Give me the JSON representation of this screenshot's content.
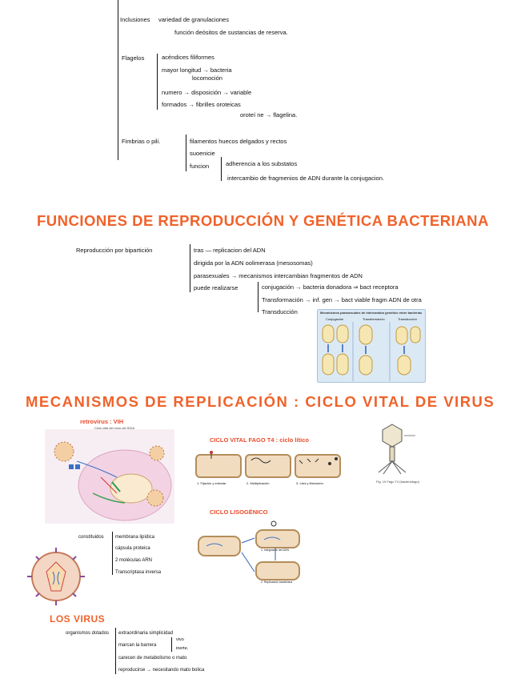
{
  "notes_top": {
    "inclusiones_label": "Inclusiones",
    "inclusiones_l1": "variedad de granulaciones",
    "inclusiones_l2": "función  deósitos de sustancias de reserva.",
    "flagelos_label": "Flagelos",
    "flagelos_l1": "acéndices filiformes",
    "flagelos_l2": "mayor longitud → bacteria",
    "flagelos_l3": "locomoción",
    "flagelos_l4": "numero → disposición → variable",
    "flagelos_l5": "formados → fibrilles oroteicas",
    "flagelos_l6": "oroteí ne → flagelina.",
    "fimbrias_label": "Fimbrias  o  pili.",
    "fimbrias_l1": "filamentos huecos delgados y rectos",
    "fimbrias_l2": "suoenicie",
    "fimbrias_l3": "funcion",
    "fimbrias_l4": "adherencia a los substatos",
    "fimbrias_l5": "intercambio de  fragmenios de ADN durante la conjugacion."
  },
  "section1": {
    "heading": "FUNCIONES DE REPRODUCCIÓN Y GENÉTICA BACTERIANA",
    "label": "Reproducción por bipartición",
    "l1": "tras —  replicacion del ADN",
    "l2": "dirigida  por  la  ADN  oolimerasa (mesosomas)",
    "l3": "parasexuales → mecanismos  intercambian  fragmentos de ADN",
    "l4": "puede realizarse",
    "l5": "conjugación → bacteria donadora ⇒ bact receptora",
    "l6": "Transformación → inf. gen → bact viable fragm ADN de otra",
    "l7": "Transducción",
    "figure_title": "Mecanismos parasexuales de intercambio genético entre bacterias",
    "figure_cols": [
      "Conjugación",
      "Transformación",
      "Transducción"
    ]
  },
  "section2": {
    "heading": "MECANISMOS  DE  REPLICACIÓN :  CICLO  VITAL  DE  VIRUS",
    "retro_label": "retrovirus : VIH",
    "retro_caption": "Ciclo vital del virus del SIDA",
    "litic_label": "CICLO VITAL FAGO T4 : ciclo lítico",
    "litic_steps": [
      "1. Fijación y entrada",
      "2. Multiplicación",
      "3. Lisis y liberación"
    ],
    "fig_label": "Fig. 19 Fago T4 (bacteriófago)",
    "lisogenic_label": "CICLO LISOGÉNICO",
    "lisogenic_steps": [
      "1. Integración del ADN",
      "2. Replicación bacteriana"
    ],
    "virus_label": "constituidos",
    "virus_l1": "membrana lipídica",
    "virus_l2": "cápsula proteica",
    "virus_l3": "2 moléculas ARN",
    "virus_l4": "Transcriptasa inversa"
  },
  "section3": {
    "heading": "LOS VIRUS",
    "label": "organismos dotados",
    "l1": "extraordinaria simplicidad",
    "l2": "marcan la barrera",
    "l2a": "vivo",
    "l2b": "inerte.",
    "l3": "carecen de metabolismo o mato",
    "l4": "reproducirse → necesitando mato bolica"
  },
  "colors": {
    "heading_orange": "#f0622a",
    "sub_orange": "#e84b2a",
    "cell_pink": "#f3d3e3",
    "cell_tan": "#f2dcc0",
    "figure_blue": "#dbe9f5"
  }
}
